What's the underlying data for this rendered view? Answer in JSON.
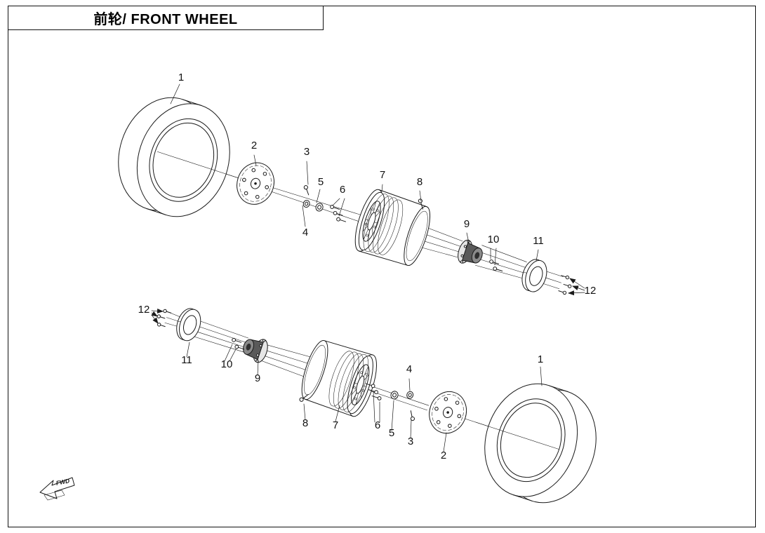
{
  "title": "前轮/ FRONT WHEEL",
  "fwd_label": "FWD",
  "callouts": {
    "c1": "1",
    "c2": "2",
    "c3": "3",
    "c4": "4",
    "c5": "5",
    "c6": "6",
    "c7": "7",
    "c8": "8",
    "c9": "9",
    "c10": "10",
    "c11": "11",
    "c12": "12"
  },
  "colors": {
    "line": "#1a1a1a",
    "background": "#ffffff",
    "hub_dark": "#5a5a5a"
  }
}
